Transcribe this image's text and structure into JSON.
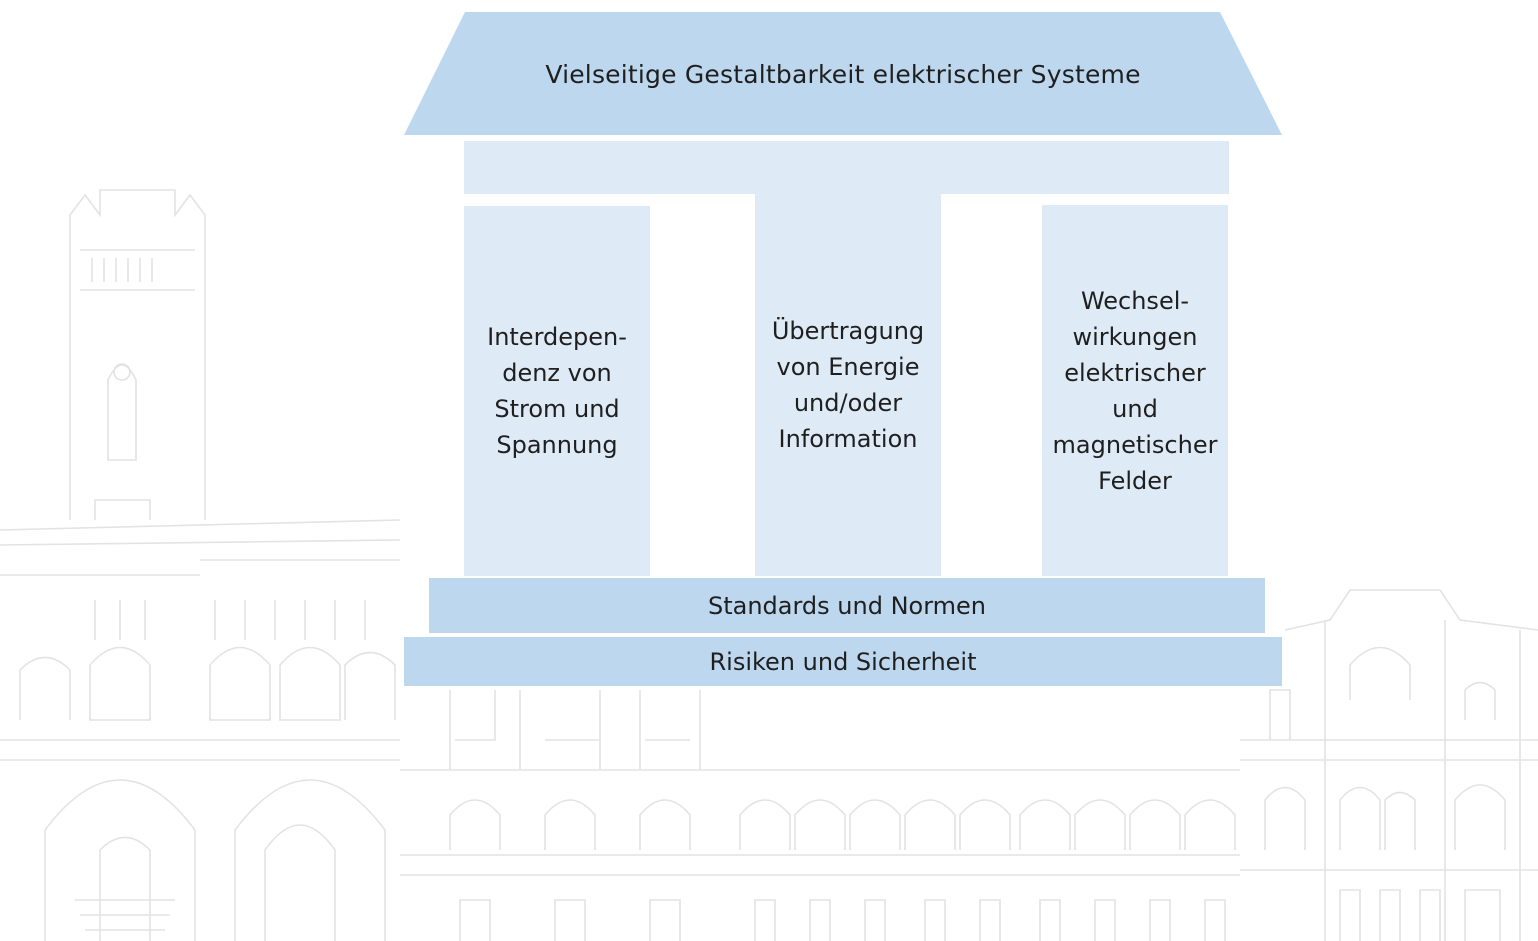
{
  "diagram": {
    "roof": {
      "label": "Vielseitige Gestaltbarkeit elektrischer Systeme"
    },
    "pillars": [
      {
        "label": "Interdepen-\ndenz von\nStrom und\nSpannung"
      },
      {
        "label": "Übertragung\nvon Energie\nund/oder\nInformation"
      },
      {
        "label": "Wechsel-\nwirkungen\nelektrischer\nund\nmagnetischer\nFelder"
      }
    ],
    "foundation": [
      {
        "label": "Standards und Normen"
      },
      {
        "label": "Risiken und Sicherheit"
      }
    ]
  },
  "colors": {
    "roof": "#bdd7ee",
    "pillar": "#deeaf6",
    "foundation": "#bdd7ee",
    "building_outline": "#e3e3e3",
    "text": "#1f1f1f"
  }
}
